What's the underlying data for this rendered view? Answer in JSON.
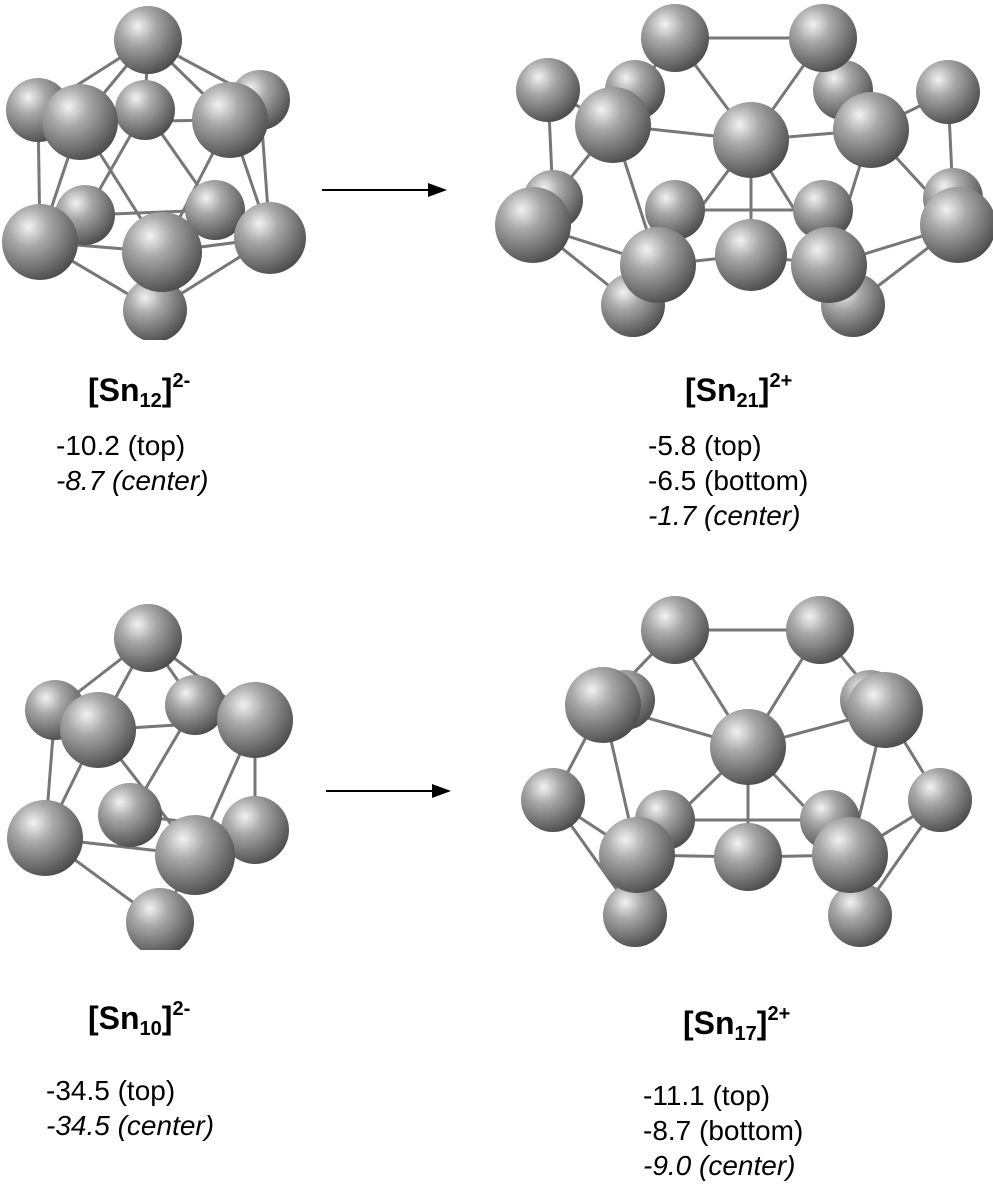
{
  "clusters": [
    {
      "id": "sn12",
      "label": {
        "element": "Sn",
        "count": "12",
        "charge": "2-"
      },
      "values": [
        {
          "text": "-10.2 (top)",
          "italic": false
        },
        {
          "text": "-8.7 (center)",
          "italic": true
        }
      ]
    },
    {
      "id": "sn21",
      "label": {
        "element": "Sn",
        "count": "21",
        "charge": "2+"
      },
      "values": [
        {
          "text": "-5.8 (top)",
          "italic": false
        },
        {
          "text": "-6.5 (bottom)",
          "italic": false
        },
        {
          "text": "-1.7 (center)",
          "italic": true
        }
      ]
    },
    {
      "id": "sn10",
      "label": {
        "element": "Sn",
        "count": "10",
        "charge": "2-"
      },
      "values": [
        {
          "text": "-34.5 (top)",
          "italic": false
        },
        {
          "text": "-34.5 (center)",
          "italic": true
        }
      ]
    },
    {
      "id": "sn17",
      "label": {
        "element": "Sn",
        "count": "17",
        "charge": "2+"
      },
      "values": [
        {
          "text": "-11.1 (top)",
          "italic": false
        },
        {
          "text": "-8.7 (bottom)",
          "italic": false
        },
        {
          "text": "-9.0 (center)",
          "italic": true
        }
      ]
    }
  ],
  "style": {
    "atom_color": "#8a8a8a",
    "bond_color": "#777777",
    "arrow_color": "#000000"
  }
}
